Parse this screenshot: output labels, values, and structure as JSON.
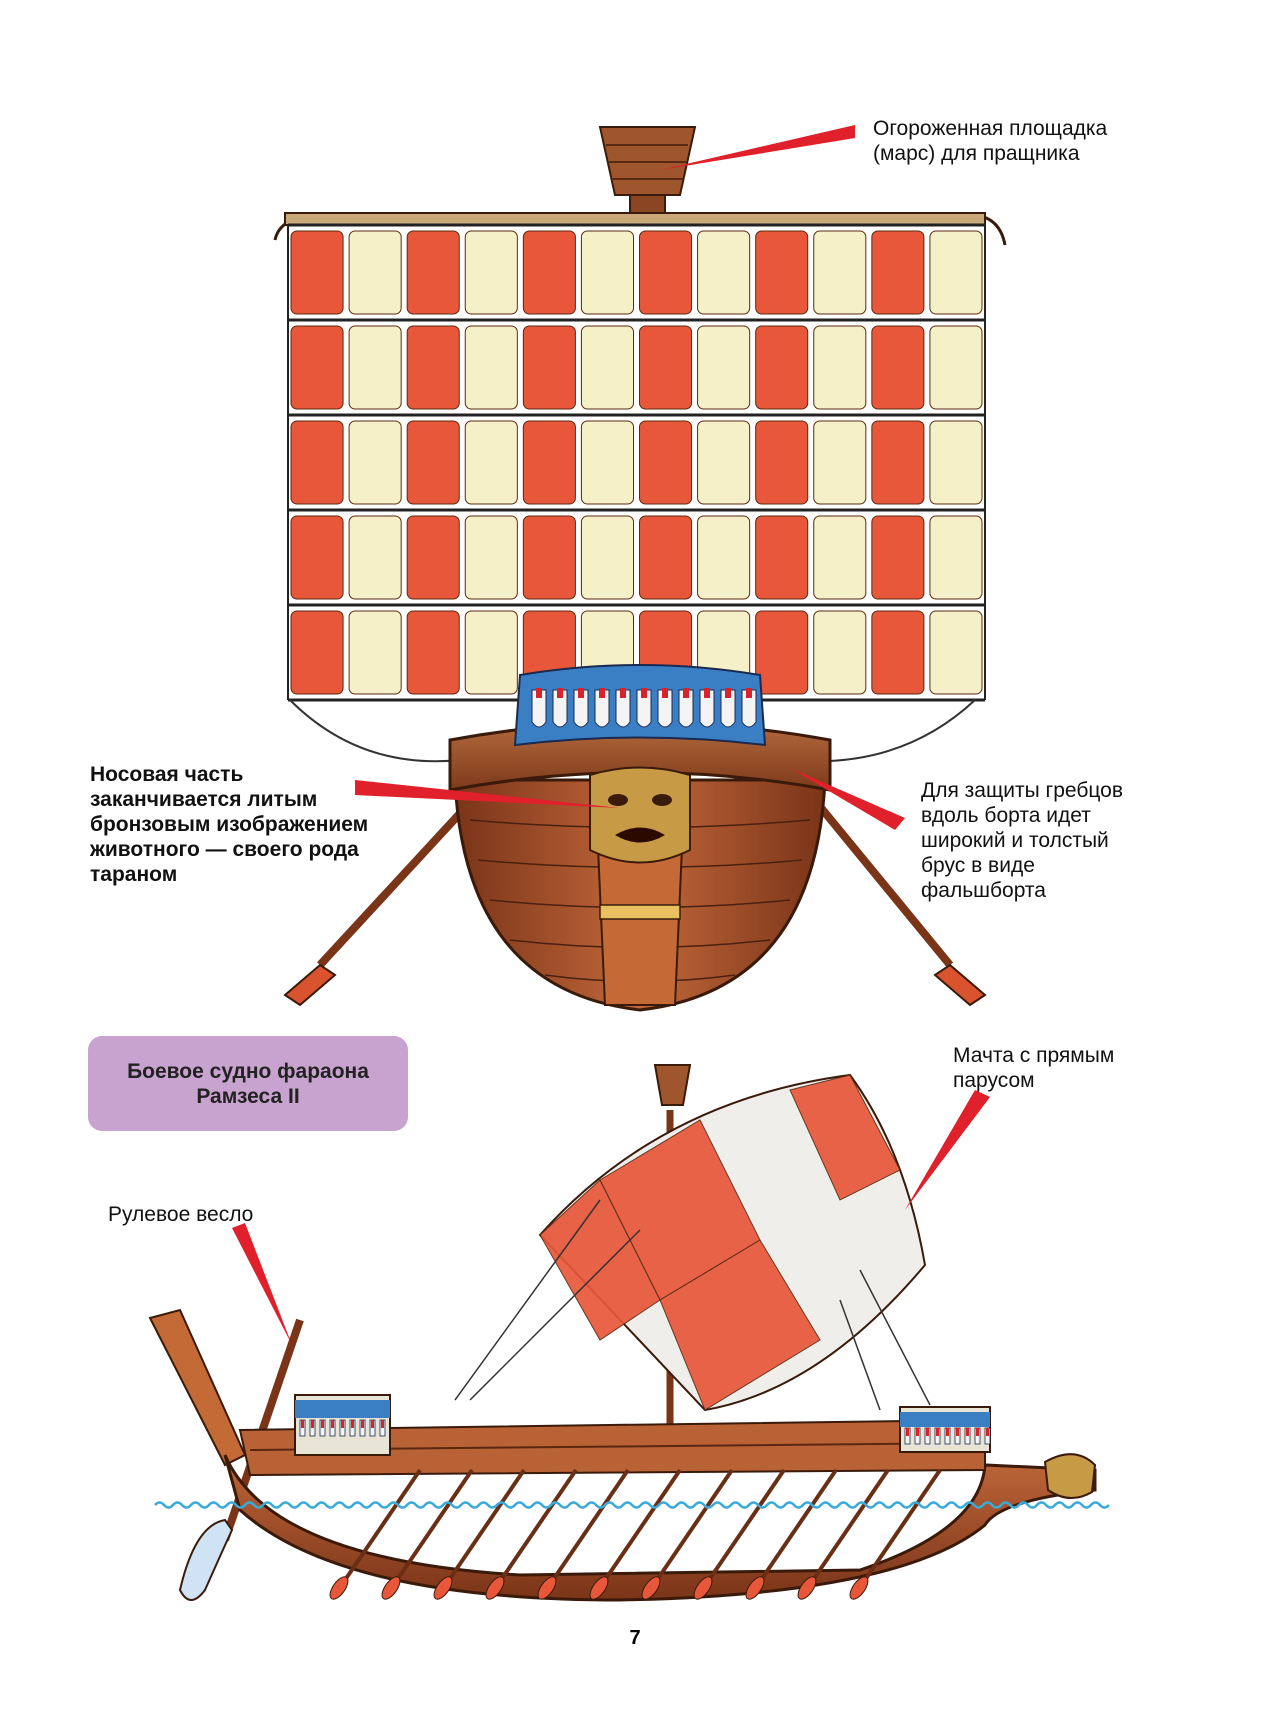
{
  "callouts": {
    "top_basket": {
      "lines": [
        "Огороженная площадка",
        "(марс) для пращника"
      ]
    },
    "bow": {
      "lines": [
        "Носовая часть",
        "заканчивается литым",
        "бронзовым изображением",
        "животного — своего рода",
        "тараном"
      ]
    },
    "rail": {
      "lines": [
        "Для защиты гребцов",
        "вдоль борта идет",
        "широкий и толстый",
        "брус в виде",
        "фальшборта"
      ]
    },
    "mast": {
      "lines": [
        "Мачта с прямым",
        "парусом"
      ]
    },
    "steering_oar": {
      "lines": [
        "Рулевое весло"
      ]
    }
  },
  "title_box": {
    "lines": [
      "Боевое судно фараона",
      "Рамзеса II"
    ]
  },
  "page_number": "7",
  "colors": {
    "sail_red": "#e8573a",
    "sail_cream": "#f6f0c8",
    "hull_brown": "#a9542c",
    "pointer_red": "#e0202a",
    "title_purple": "#c9a3cf",
    "water_blue": "#3aaad8"
  }
}
